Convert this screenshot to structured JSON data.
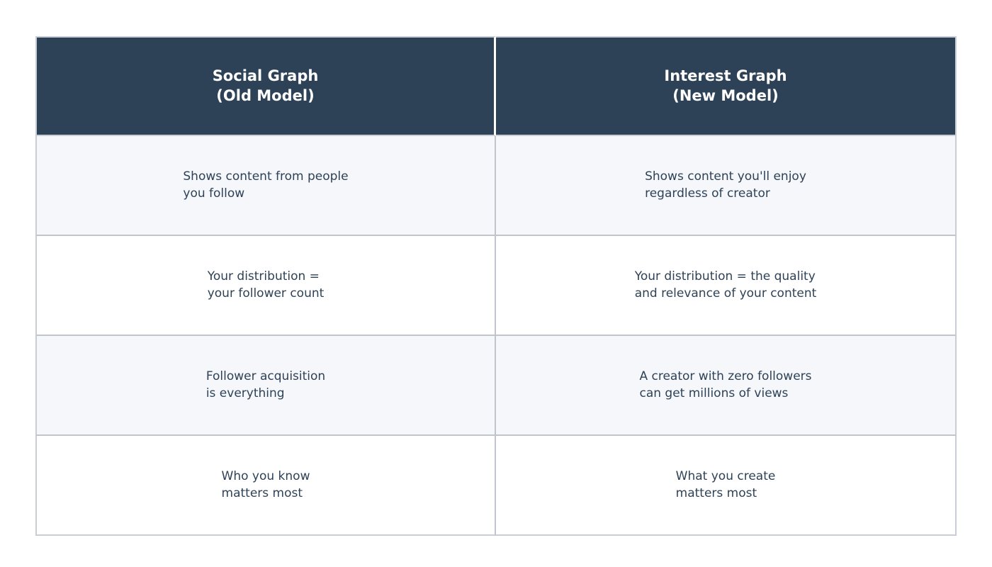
{
  "table": {
    "columns": [
      {
        "title_line1": "Social Graph",
        "title_line2": "(Old Model)"
      },
      {
        "title_line1": "Interest Graph",
        "title_line2": "(New Model)"
      }
    ],
    "rows": [
      {
        "left": "Shows content from people\nyou follow",
        "right": "Shows content you'll enjoy\nregardless of creator"
      },
      {
        "left": "Your distribution =\nyour follower count",
        "right": "Your distribution = the quality\nand relevance of your content"
      },
      {
        "left": "Follower acquisition\nis everything",
        "right": "A creator with zero followers\ncan get millions of views"
      },
      {
        "left": "Who you know\nmatters most",
        "right": "What you create\nmatters most"
      }
    ]
  },
  "colors": {
    "header_background": "#2e4257",
    "header_text": "#ffffff",
    "body_text": "#2e4257",
    "row_shaded": "#f5f7fa",
    "row_plain": "#ffffff",
    "border": "#c9ced6"
  }
}
